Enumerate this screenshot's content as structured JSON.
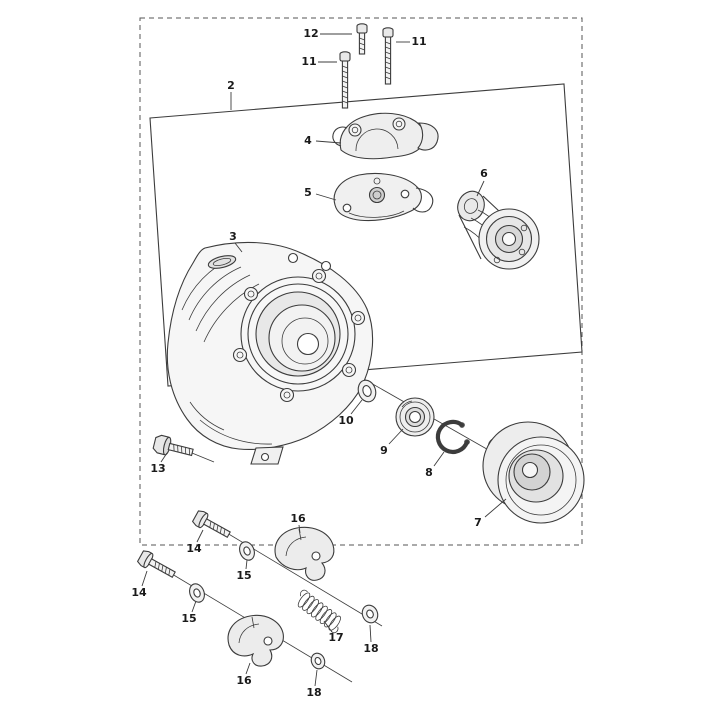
{
  "diagram": {
    "kind": "exploded-parts-diagram",
    "colors": {
      "line": "#3c3c3c",
      "background": "#ffffff"
    },
    "labels": [
      {
        "text": "12"
      },
      {
        "text": "11"
      },
      {
        "text": "11"
      },
      {
        "text": "2"
      },
      {
        "text": "4"
      },
      {
        "text": "5"
      },
      {
        "text": "6"
      },
      {
        "text": "3"
      },
      {
        "text": "10"
      },
      {
        "text": "9"
      },
      {
        "text": "8"
      },
      {
        "text": "7"
      },
      {
        "text": "13"
      },
      {
        "text": "14"
      },
      {
        "text": "15"
      },
      {
        "text": "16"
      },
      {
        "text": "14"
      },
      {
        "text": "15"
      },
      {
        "text": "16"
      },
      {
        "text": "17"
      },
      {
        "text": "18"
      },
      {
        "text": "18"
      }
    ]
  }
}
